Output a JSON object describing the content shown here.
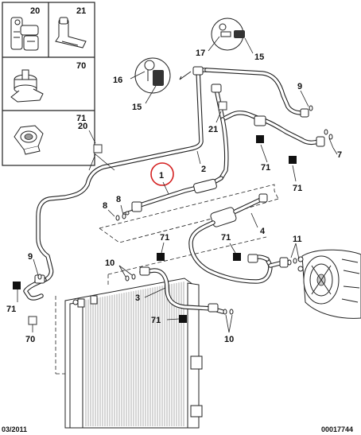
{
  "diagram": {
    "date_code": "03/2011",
    "ref_code": "00017744",
    "inset_labels": [
      "20",
      "21",
      "70",
      "71"
    ],
    "labels": {
      "l17": "17",
      "l15a": "15",
      "l16": "16",
      "l15b": "15",
      "l9a": "9",
      "l21": "21",
      "l7": "7",
      "l71a": "71",
      "l71b": "71",
      "l20": "20",
      "l2": "2",
      "l1": "1",
      "l8a": "8",
      "l8b": "8",
      "l4": "4",
      "l71c": "71",
      "l11": "11",
      "l71d": "71",
      "l10a": "10",
      "l9b": "9",
      "l71e": "71",
      "l3": "3",
      "l71f": "71",
      "l10b": "10",
      "l70": "70"
    },
    "highlighted_part": "1"
  }
}
